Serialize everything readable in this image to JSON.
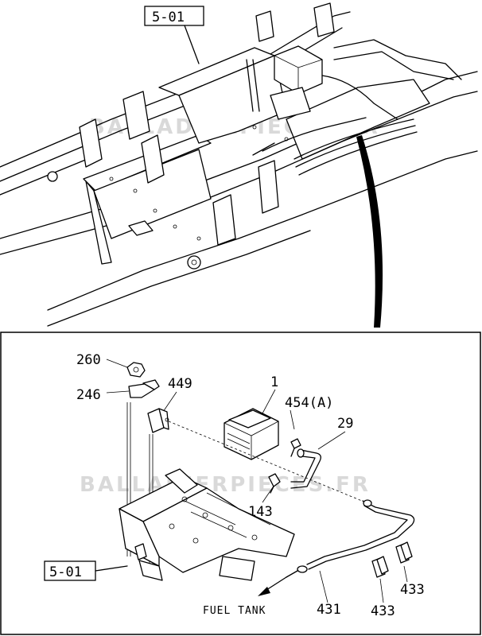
{
  "watermark": "BALLADIERPIECES.FR",
  "refs": {
    "top_ref": "5-01",
    "bottom_ref": "5-01"
  },
  "parts": {
    "p260": "260",
    "p246": "246",
    "p449": "449",
    "p1": "1",
    "p454": "454(A)",
    "p29": "29",
    "p143": "143",
    "p431": "431",
    "p433a": "433",
    "p433b": "433"
  },
  "fuel_tank": "FUEL TANK"
}
